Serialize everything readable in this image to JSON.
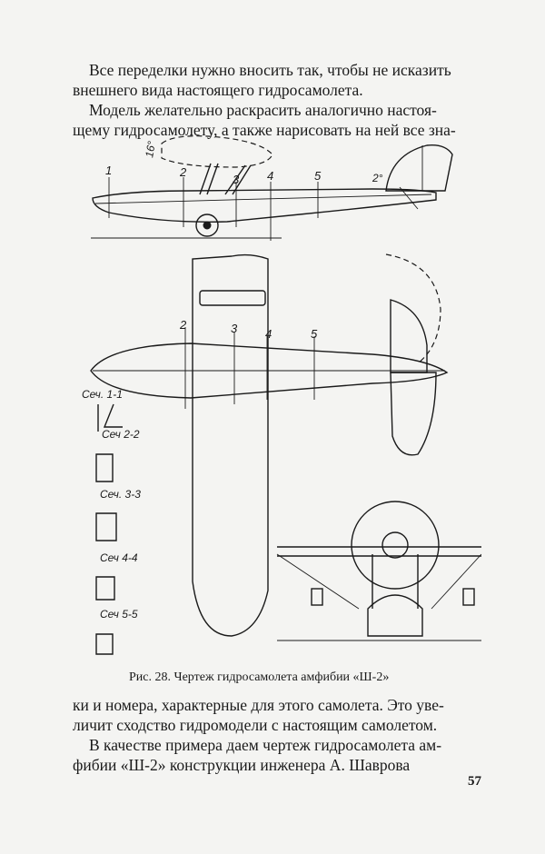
{
  "text_top": {
    "p1_line1": "Все переделки нужно вносить так, чтобы не исказить",
    "p1_line2": "внешнего вида настоящего гидросамолета.",
    "p2_line1": "Модель желательно раскрасить  аналогично настоя-",
    "p2_line2": "щему гидросамолету, а также нарисовать на ней все зна-"
  },
  "figure": {
    "side_view": {
      "angle_wing": "16°",
      "angle_tail": "2°",
      "stations": [
        "1",
        "2",
        "3",
        "4",
        "5"
      ]
    },
    "plan_view": {
      "stations": [
        "2",
        "3",
        "4",
        "5"
      ]
    },
    "sections": [
      "Сеч. 1-1",
      "Сеч 2-2",
      "Сеч. 3-3",
      "Сеч 4-4",
      "Сеч 5-5"
    ]
  },
  "caption": "Рис. 28. Чертеж гидросамолета амфибии «Ш-2»",
  "text_bottom": {
    "p1_line1": "ки и номера, характерные для этого самолета. Это уве-",
    "p1_line2": "личит сходство гидромодели с настоящим самолетом.",
    "p2_line1": "В качестве примера даем чертеж гидросамолета ам-",
    "p2_line2": "фибии  «Ш-2»  конструкции  инженера  А.  Шаврова"
  },
  "page_number": "57"
}
